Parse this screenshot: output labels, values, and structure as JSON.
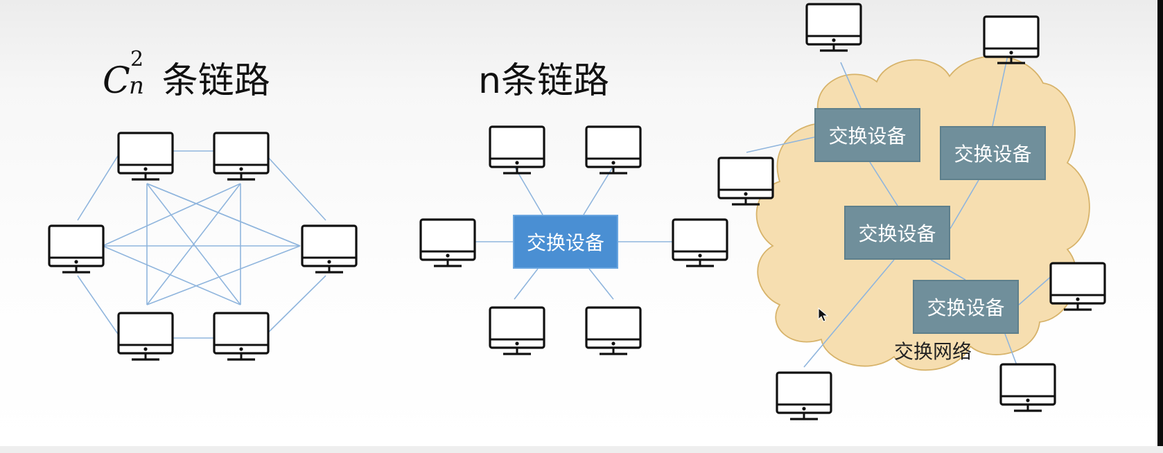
{
  "titles": {
    "mesh": {
      "math": "C",
      "sup": "2",
      "sub": "n",
      "text": "条链路"
    },
    "star": "n条链路"
  },
  "switch_label": "交换设备",
  "network_label": "交换网络",
  "colors": {
    "link": "#8fb5dd",
    "star_switch": "#4a8fd3",
    "cloud_switch": "#708f9b",
    "cloud_fill": "#f6deb0",
    "cloud_stroke": "#d7b36a",
    "computer_stroke": "#111111"
  },
  "icons": [
    "computer-monitor-icon",
    "cloud-shape",
    "mouse-cursor-icon"
  ]
}
